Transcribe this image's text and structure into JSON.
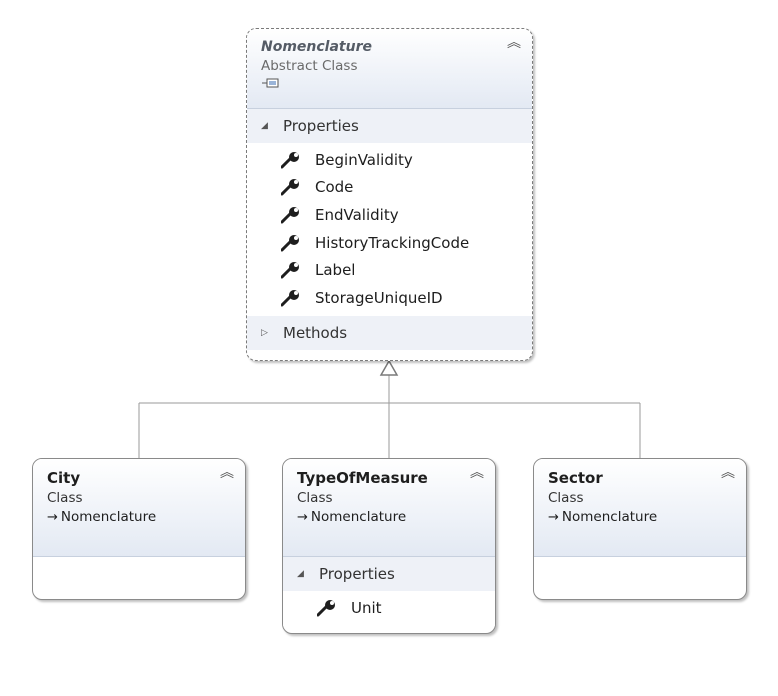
{
  "nomenclature": {
    "title": "Nomenclature",
    "kind": "Abstract Class",
    "properties_label": "Properties",
    "properties": [
      "BeginValidity",
      "Code",
      "EndValidity",
      "HistoryTrackingCode",
      "Label",
      "StorageUniqueID"
    ],
    "methods_label": "Methods"
  },
  "city": {
    "title": "City",
    "kind": "Class",
    "base": "Nomenclature"
  },
  "type_of_measure": {
    "title": "TypeOfMeasure",
    "kind": "Class",
    "base": "Nomenclature",
    "properties_label": "Properties",
    "properties": [
      "Unit"
    ]
  },
  "sector": {
    "title": "Sector",
    "kind": "Class",
    "base": "Nomenclature"
  },
  "icons": {
    "collapse": "double-chevron-up",
    "property": "wrench-key",
    "inherits": "inheritance-arrow",
    "nested": "nested-type"
  },
  "colors": {
    "header_gradient_end": "#e3e9f3",
    "section_bg": "#eef1f7",
    "border": "#8a8a8a"
  }
}
